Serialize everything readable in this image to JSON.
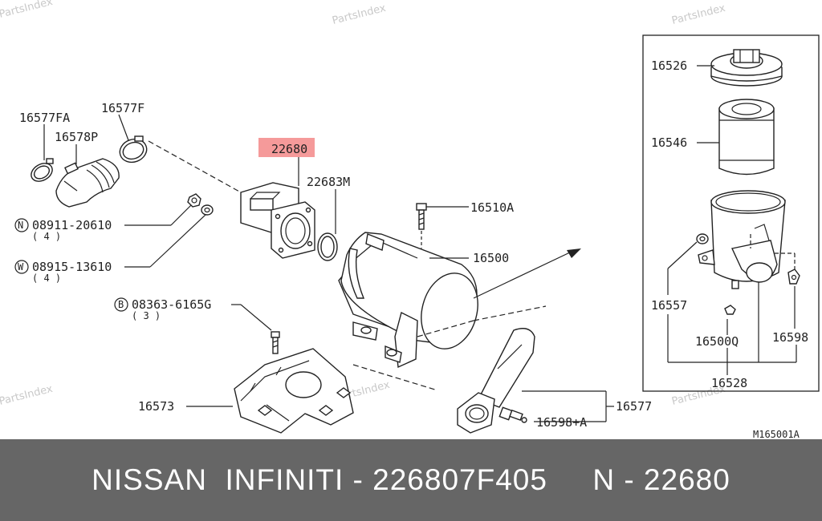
{
  "watermarks": [
    "PartsIndex",
    "PartsIndex",
    "PartsIndex",
    "PartsIndex",
    "PartsIndex",
    "PartsIndex"
  ],
  "highlight_color": "#f59a9a",
  "footer_background": "#666666",
  "labels": {
    "p16577FA": "16577FA",
    "p16577F": "16577F",
    "p16578P": "16578P",
    "p22680": "22680",
    "p22683M": "22683M",
    "p16510A": "16510A",
    "p16500": "16500",
    "p16573": "16573",
    "p16577": "16577",
    "p16598A": "16598+A",
    "p16526": "16526",
    "p16546": "16546",
    "p16557": "16557",
    "p16500Q": "16500Q",
    "p16598": "16598",
    "p16528": "16528",
    "nut_code": "N",
    "nut_num": "08911-20610",
    "nut_qty": "( 4 )",
    "washer_code": "W",
    "washer_num": "08915-13610",
    "washer_qty": "( 4 )",
    "bolt_code": "B",
    "bolt_num": "08363-6165G",
    "bolt_qty": "( 3 )",
    "figure_id": "M165001A"
  },
  "footer": {
    "text": "NISSAN  INFINITI - 226807F405     N - 22680"
  }
}
